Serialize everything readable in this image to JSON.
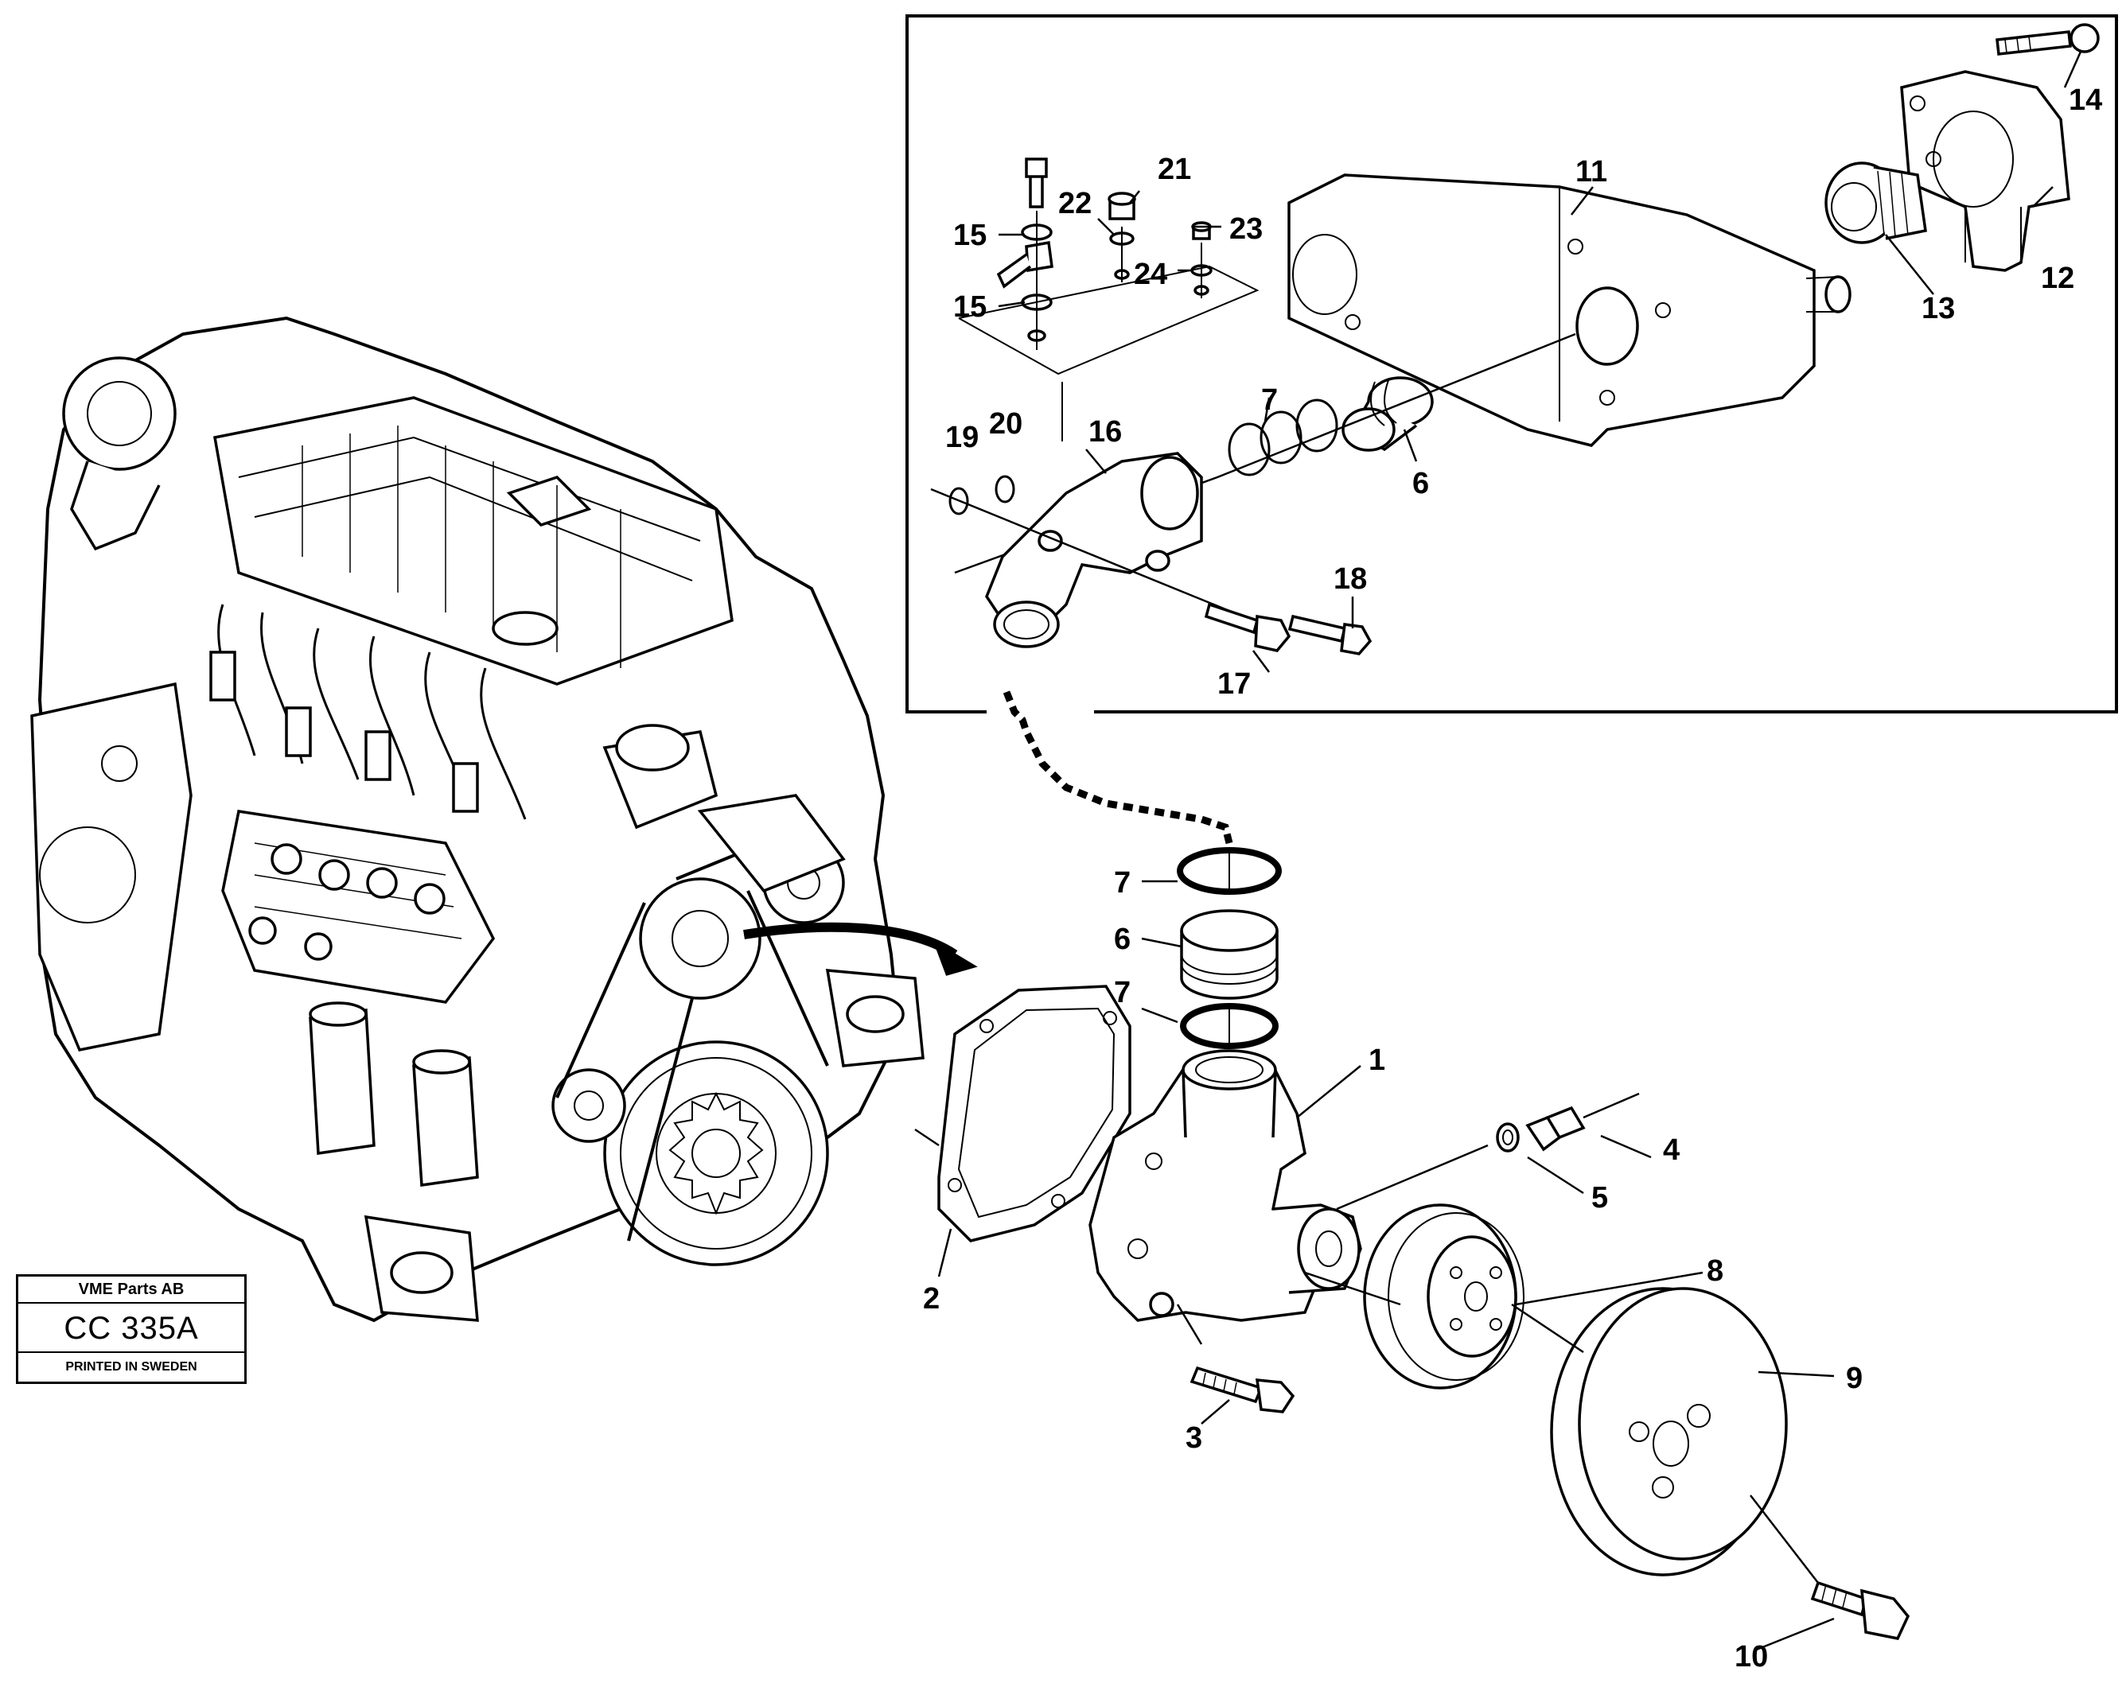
{
  "title_block": {
    "company": "VME Parts AB",
    "code": "CC 335A",
    "printed": "PRINTED IN SWEDEN"
  },
  "callouts": {
    "c1": "1",
    "c2": "2",
    "c3": "3",
    "c4": "4",
    "c5": "5",
    "c6a": "6",
    "c6b": "6",
    "c7a": "7",
    "c7b": "7",
    "c7c": "7",
    "c8": "8",
    "c9": "9",
    "c10": "10",
    "c11": "11",
    "c12": "12",
    "c13": "13",
    "c14": "14",
    "c15a": "15",
    "c15b": "15",
    "c16": "16",
    "c17": "17",
    "c18": "18",
    "c19": "19",
    "c20": "20",
    "c21": "21",
    "c22": "22",
    "c23": "23",
    "c24": "24"
  }
}
